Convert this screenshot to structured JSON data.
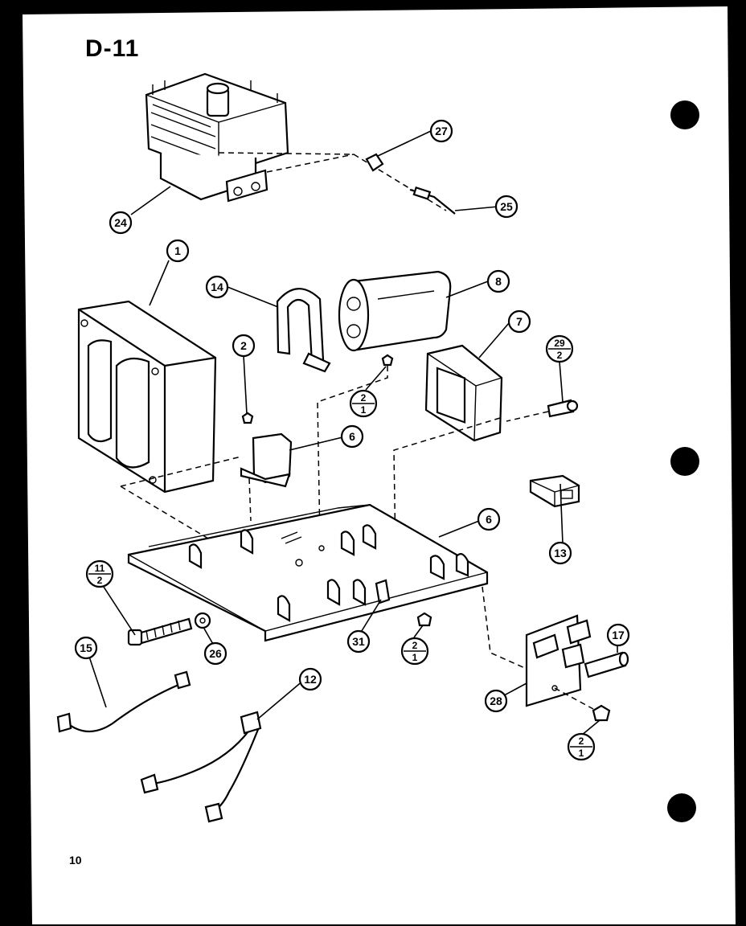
{
  "page": {
    "title": "D-11",
    "page_number": "10"
  },
  "callouts": {
    "c1": "1",
    "c2": "2",
    "c6a": "6",
    "c6b": "6",
    "c7": "7",
    "c8": "8",
    "c12": "12",
    "c13": "13",
    "c14": "14",
    "c15": "15",
    "c17": "17",
    "c24": "24",
    "c25": "25",
    "c26": "26",
    "c27": "27",
    "c28": "28",
    "c31": "31",
    "f21a_top": "2",
    "f21a_bot": "1",
    "f21b_top": "2",
    "f21b_bot": "1",
    "f21c_top": "2",
    "f21c_bot": "1",
    "f292_top": "29",
    "f292_bot": "2",
    "f112_top": "11",
    "f112_bot": "2"
  }
}
